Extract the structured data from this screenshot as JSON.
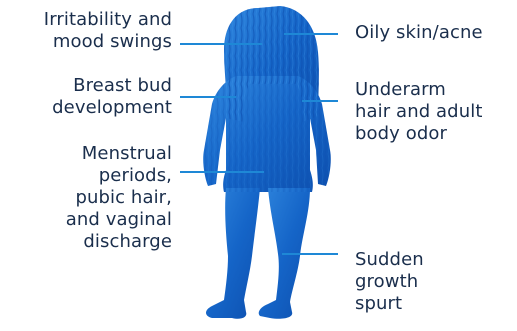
{
  "colors": {
    "figure": "#1565c8",
    "figure_dark": "#0d4fae",
    "figure_light": "#2f86de",
    "leader_line": "#1e88d6",
    "text": "#1a2e4c"
  },
  "labels": {
    "irritability": [
      "Irritability and",
      "mood swings"
    ],
    "breast_bud": [
      "Breast bud",
      "development"
    ],
    "menstrual": [
      "Menstrual",
      "periods,",
      "pubic hair,",
      "and vaginal",
      "discharge"
    ],
    "oily_skin": [
      "Oily skin/acne"
    ],
    "underarm": [
      "Underarm",
      "hair and adult",
      "body odor"
    ],
    "growth": [
      "Sudden",
      "growth",
      "spurt"
    ]
  }
}
